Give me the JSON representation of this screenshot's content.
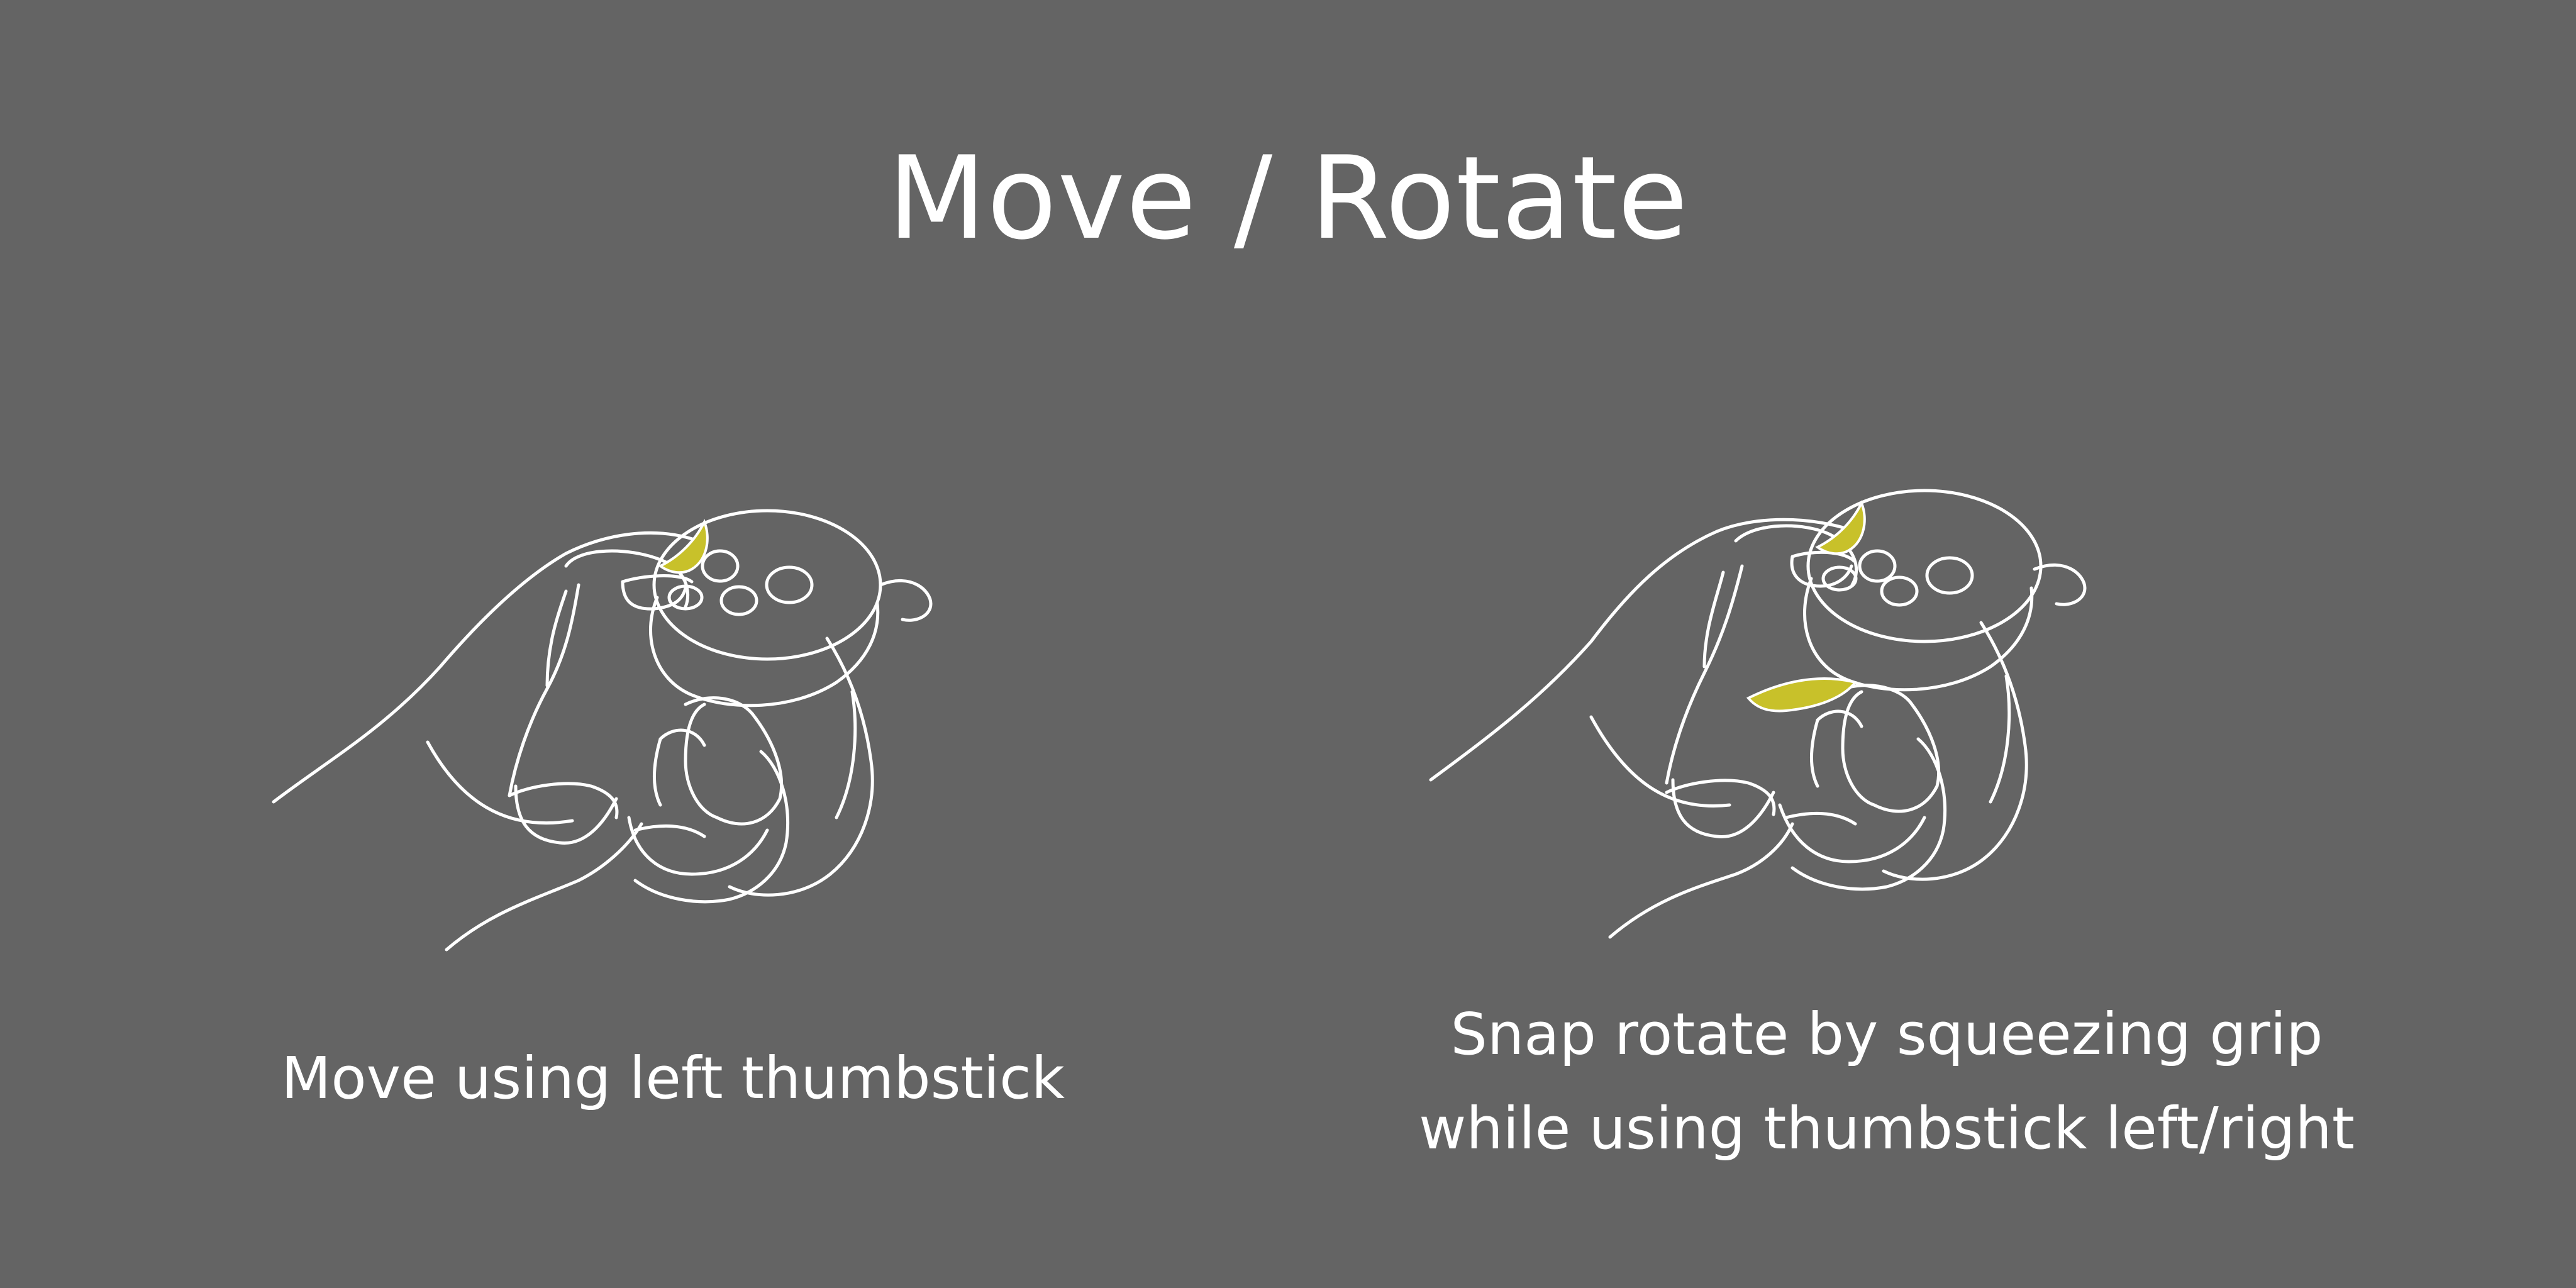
{
  "title": "Move / Rotate",
  "panels": {
    "left": {
      "caption": "Move using left thumbstick",
      "highlight": "thumbstick"
    },
    "right": {
      "caption_line1": "Snap rotate by squeezing grip",
      "caption_line2": "while using thumbstick left/right",
      "highlight": "thumbstick-and-grip"
    }
  },
  "colors": {
    "background": "#646464",
    "text": "#ffffff",
    "line": "#ffffff",
    "highlight": "#c8c12a"
  },
  "icons": [
    "controller-hand-illustration",
    "thumbstick-highlight",
    "grip-highlight"
  ]
}
